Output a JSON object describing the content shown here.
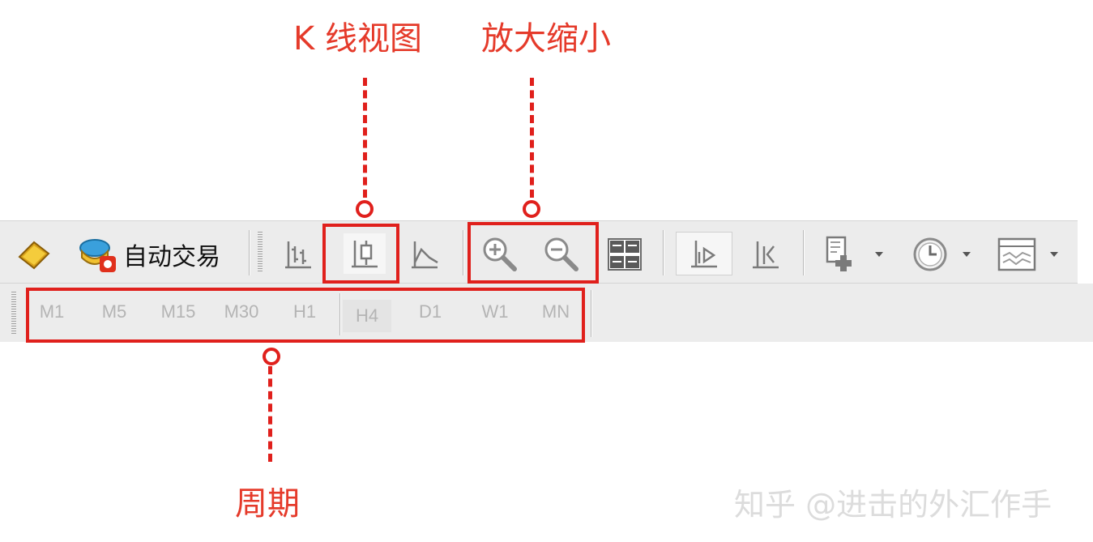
{
  "annotations": {
    "candle_view": "K 线视图",
    "zoom": "放大缩小",
    "periods": "周期"
  },
  "toolbar": {
    "auto_trade_label": "自动交易",
    "icons": [
      "new-order-icon",
      "auto-trading-icon",
      "bar-chart-icon",
      "candlestick-icon",
      "line-chart-icon",
      "zoom-in-icon",
      "zoom-out-icon",
      "tile-windows-icon",
      "chart-shift-icon",
      "autoscroll-icon",
      "indicators-icon",
      "periods-clock-icon",
      "templates-icon"
    ]
  },
  "periods": {
    "items": [
      {
        "label": "M1"
      },
      {
        "label": "M5"
      },
      {
        "label": "M15"
      },
      {
        "label": "M30"
      },
      {
        "label": "H1"
      },
      {
        "label": "H4"
      },
      {
        "label": "D1"
      },
      {
        "label": "W1"
      },
      {
        "label": "MN"
      }
    ],
    "active": "H4"
  },
  "watermark": "知乎 @进击的外汇作手",
  "colors": {
    "annotation": "#e53a2a",
    "box": "#e0201c",
    "toolbar_bg": "#ececec",
    "period_text": "#b4b4b4"
  }
}
